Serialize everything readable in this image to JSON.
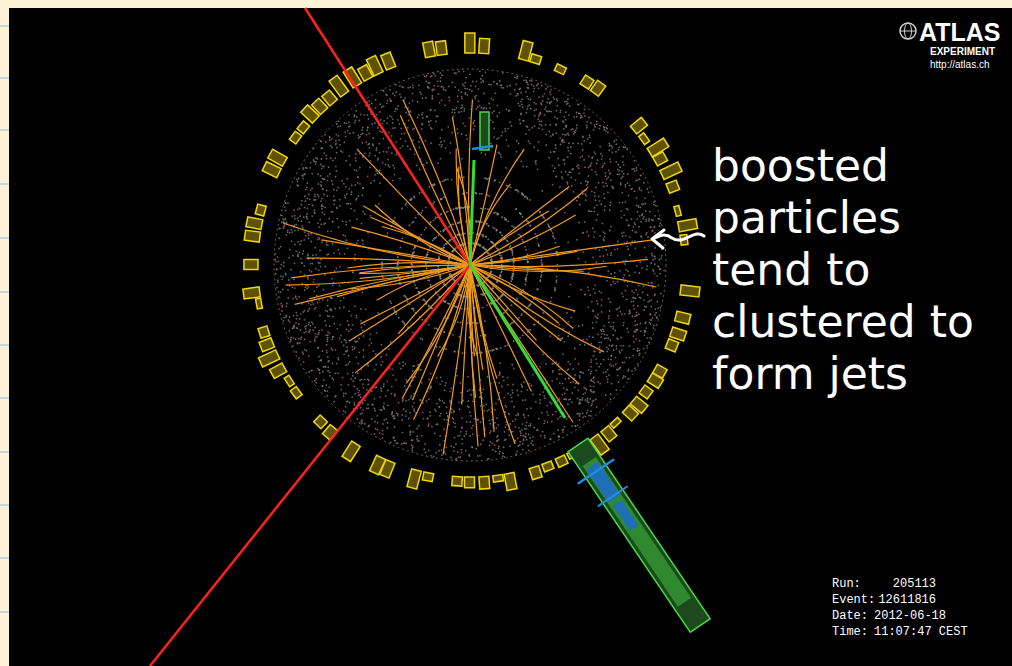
{
  "diagram": {
    "labels": [
      "ATLAS",
      "EXPERIMENT",
      "http://atlas.ch",
      "boosted particles tend to clustered to form jets",
      "Run:",
      "205113",
      "Event:",
      "12611816",
      "Date:",
      "2012-06-18",
      "Time:",
      "11:07:47 CEST"
    ]
  }
}
